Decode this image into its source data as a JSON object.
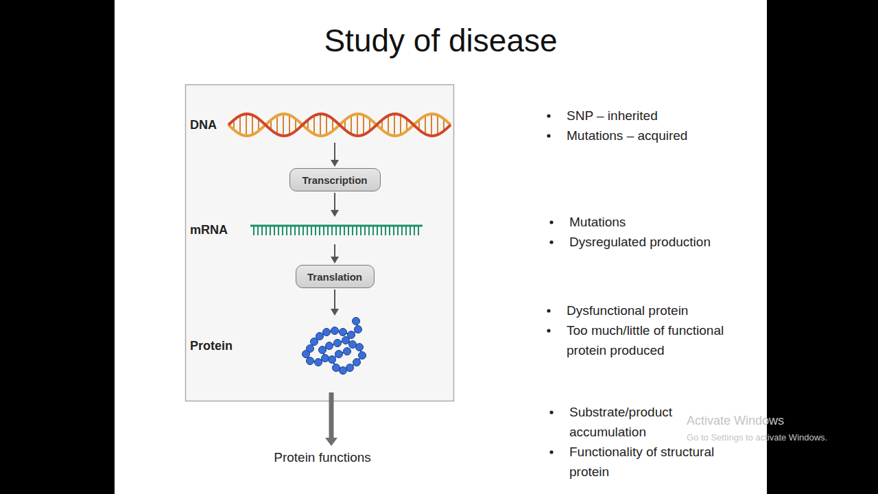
{
  "diagram": {
    "title": "Study of disease",
    "nodes": [
      {
        "text": [
          "DNA"
        ]
      },
      {
        "text": [
          "Transcription"
        ]
      },
      {
        "text": [
          "mRNA"
        ]
      },
      {
        "text": [
          "Translation"
        ]
      },
      {
        "text": [
          "Protein"
        ]
      },
      {
        "text": [
          "Protein functions"
        ]
      }
    ],
    "edges": [
      {
        "from": 0,
        "to": 1,
        "arrow": "to"
      },
      {
        "from": 1,
        "to": 2,
        "arrow": "to"
      },
      {
        "from": 2,
        "to": 3,
        "arrow": "to"
      },
      {
        "from": 3,
        "to": 4,
        "arrow": "to"
      },
      {
        "from": 4,
        "to": 5,
        "arrow": "to"
      }
    ],
    "labels": [
      "SNP – inherited",
      "Mutations – acquired",
      "Mutations",
      "Dysregulated production",
      "Dysfunctional protein",
      "Too much/little of functional protein produced",
      "Substrate/product accumulation",
      "Functionality of structural protein",
      "Activate Windows",
      "Go to Settings to activate Windows."
    ]
  }
}
